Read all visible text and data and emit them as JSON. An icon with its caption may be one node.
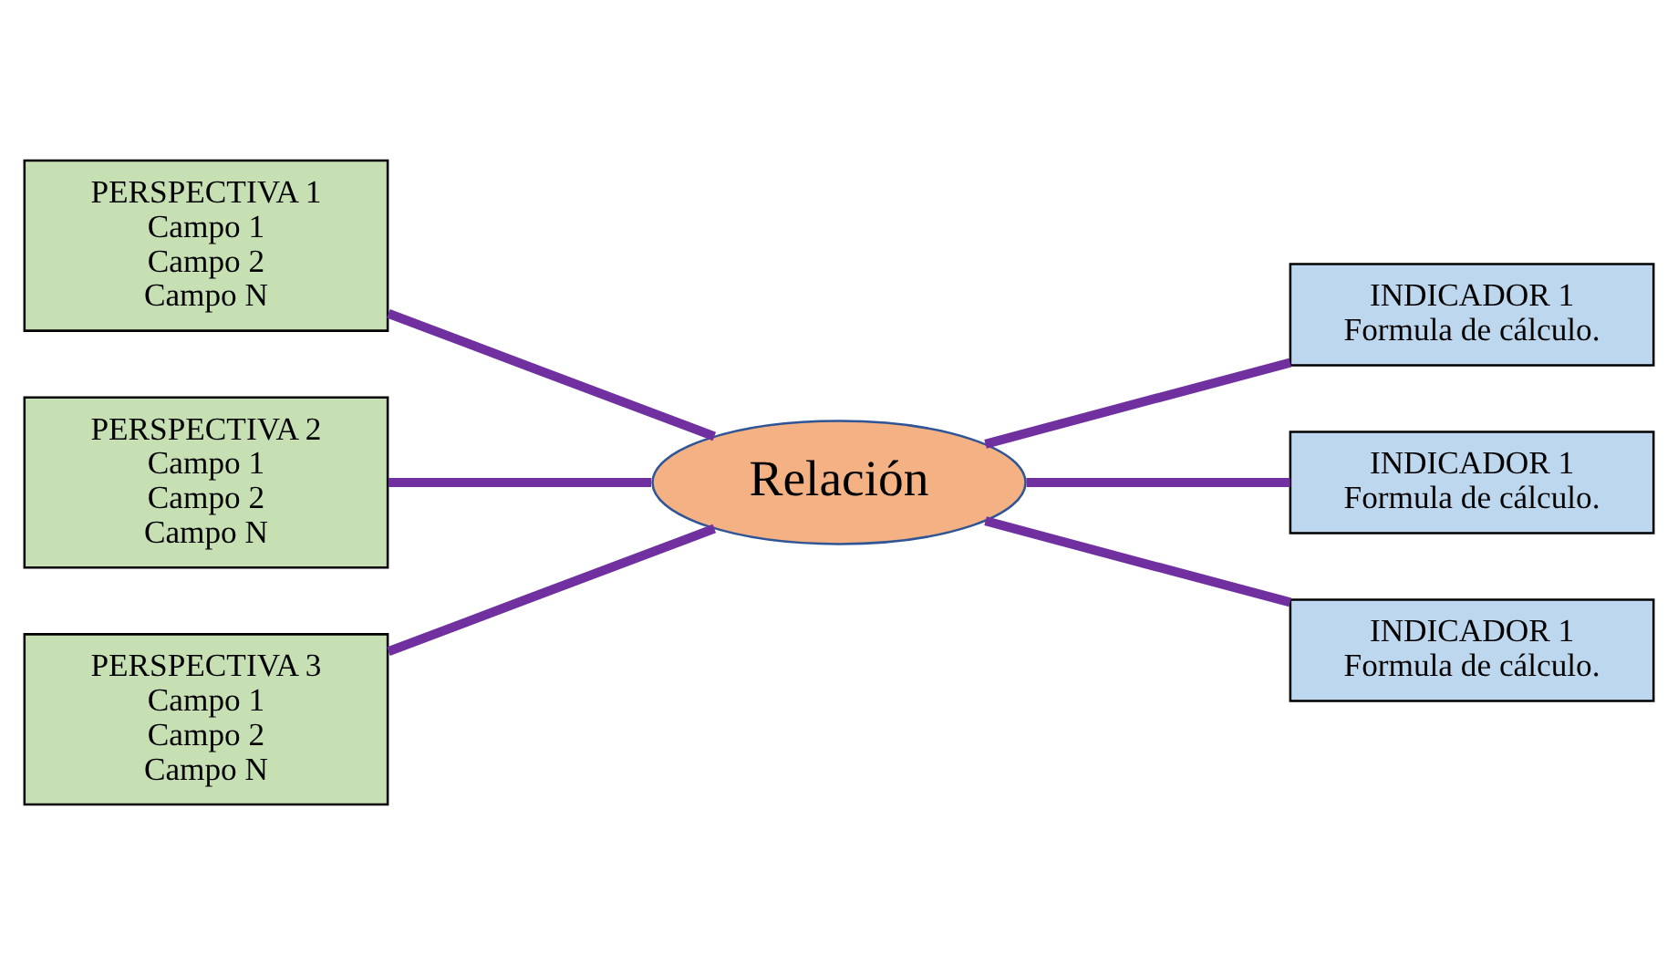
{
  "diagram": {
    "nodes": [
      {
        "text": [
          "PERSPECTIVA 1",
          "Campo 1",
          "Campo 2",
          "Campo N"
        ]
      },
      {
        "text": [
          "PERSPECTIVA 2",
          "Campo 1",
          "Campo 2",
          "Campo N"
        ]
      },
      {
        "text": [
          "PERSPECTIVA 3",
          "Campo 1",
          "Campo 2",
          "Campo N"
        ]
      },
      {
        "text": [
          "Relación"
        ]
      },
      {
        "text": [
          "INDICADOR 1",
          "Formula de cálculo."
        ]
      },
      {
        "text": [
          "INDICADOR 1",
          "Formula de cálculo."
        ]
      },
      {
        "text": [
          "INDICADOR 1",
          "Formula de cálculo."
        ]
      }
    ],
    "edges": [
      {
        "from": 0,
        "to": 3,
        "arrow": "none"
      },
      {
        "from": 1,
        "to": 3,
        "arrow": "none"
      },
      {
        "from": 2,
        "to": 3,
        "arrow": "none"
      },
      {
        "from": 3,
        "to": 4,
        "arrow": "none"
      },
      {
        "from": 3,
        "to": 5,
        "arrow": "none"
      },
      {
        "from": 3,
        "to": 6,
        "arrow": "none"
      }
    ]
  }
}
